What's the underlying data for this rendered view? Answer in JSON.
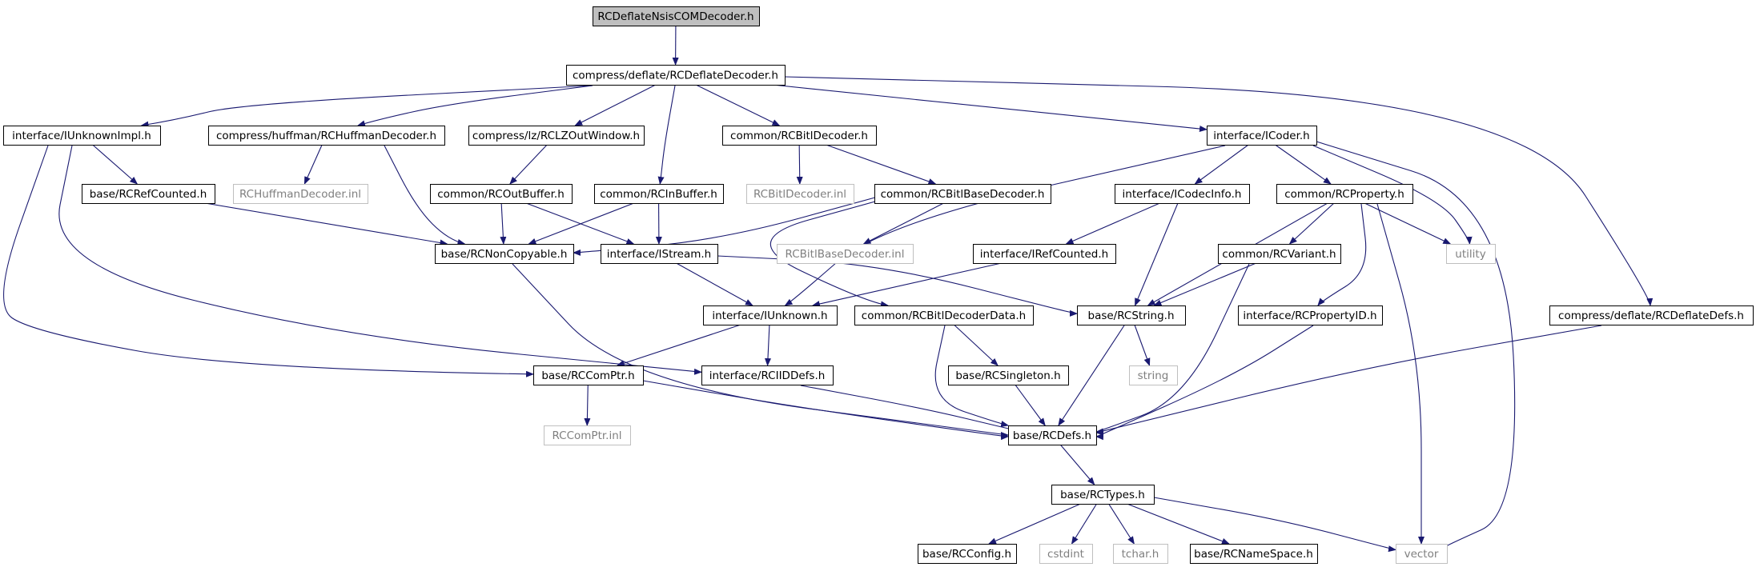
{
  "colors": {
    "edge": "#191970",
    "node_border": "#000000",
    "system_border": "#bfbfbf",
    "root_fill": "#bfbfbf",
    "system_text": "#7f7f7f",
    "text": "#000000"
  },
  "nodes": [
    {
      "id": "root",
      "label": "RCDeflateNsisCOMDecoder.h",
      "kind": "root"
    },
    {
      "id": "deflate",
      "label": "compress/deflate/RCDeflateDecoder.h",
      "kind": "header"
    },
    {
      "id": "iunkimpl",
      "label": "interface/IUnknownImpl.h",
      "kind": "header"
    },
    {
      "id": "huffdec",
      "label": "compress/huffman/RCHuffmanDecoder.h",
      "kind": "header"
    },
    {
      "id": "lzout",
      "label": "compress/lz/RCLZOutWindow.h",
      "kind": "header"
    },
    {
      "id": "bitldec",
      "label": "common/RCBitlDecoder.h",
      "kind": "header"
    },
    {
      "id": "icoder",
      "label": "interface/ICoder.h",
      "kind": "header"
    },
    {
      "id": "refcnt",
      "label": "base/RCRefCounted.h",
      "kind": "header"
    },
    {
      "id": "huffinl",
      "label": "RCHuffmanDecoder.inl",
      "kind": "system"
    },
    {
      "id": "outbuf",
      "label": "common/RCOutBuffer.h",
      "kind": "header"
    },
    {
      "id": "inbuf",
      "label": "common/RCInBuffer.h",
      "kind": "header"
    },
    {
      "id": "bitlinl",
      "label": "RCBitlDecoder.inl",
      "kind": "system"
    },
    {
      "id": "bitlbase",
      "label": "common/RCBitlBaseDecoder.h",
      "kind": "header"
    },
    {
      "id": "icodecinfo",
      "label": "interface/ICodecInfo.h",
      "kind": "header"
    },
    {
      "id": "property",
      "label": "common/RCProperty.h",
      "kind": "header"
    },
    {
      "id": "noncopy",
      "label": "base/RCNonCopyable.h",
      "kind": "header"
    },
    {
      "id": "istream",
      "label": "interface/IStream.h",
      "kind": "header"
    },
    {
      "id": "bitlbaseinl",
      "label": "RCBitlBaseDecoder.inl",
      "kind": "system"
    },
    {
      "id": "irefcnt",
      "label": "interface/IRefCounted.h",
      "kind": "header"
    },
    {
      "id": "variant",
      "label": "common/RCVariant.h",
      "kind": "header"
    },
    {
      "id": "utility",
      "label": "utility",
      "kind": "system"
    },
    {
      "id": "iunknown",
      "label": "interface/IUnknown.h",
      "kind": "header"
    },
    {
      "id": "bitldata",
      "label": "common/RCBitlDecoderData.h",
      "kind": "header"
    },
    {
      "id": "rcstring",
      "label": "base/RCString.h",
      "kind": "header"
    },
    {
      "id": "propid",
      "label": "interface/RCPropertyID.h",
      "kind": "header"
    },
    {
      "id": "deflatedefs",
      "label": "compress/deflate/RCDeflateDefs.h",
      "kind": "header"
    },
    {
      "id": "comptr",
      "label": "base/RCComPtr.h",
      "kind": "header"
    },
    {
      "id": "iiddefs",
      "label": "interface/RCIIDDefs.h",
      "kind": "header"
    },
    {
      "id": "singleton",
      "label": "base/RCSingleton.h",
      "kind": "header"
    },
    {
      "id": "string",
      "label": "string",
      "kind": "system"
    },
    {
      "id": "comptrinl",
      "label": "RCComPtr.inl",
      "kind": "system"
    },
    {
      "id": "defs",
      "label": "base/RCDefs.h",
      "kind": "header"
    },
    {
      "id": "types",
      "label": "base/RCTypes.h",
      "kind": "header"
    },
    {
      "id": "config",
      "label": "base/RCConfig.h",
      "kind": "header"
    },
    {
      "id": "cstdint",
      "label": "cstdint",
      "kind": "system"
    },
    {
      "id": "tchar",
      "label": "tchar.h",
      "kind": "system"
    },
    {
      "id": "namespace",
      "label": "base/RCNameSpace.h",
      "kind": "header"
    },
    {
      "id": "vector",
      "label": "vector",
      "kind": "system"
    }
  ],
  "edges": [
    [
      "root",
      "deflate"
    ],
    [
      "deflate",
      "iunkimpl"
    ],
    [
      "deflate",
      "huffdec"
    ],
    [
      "deflate",
      "lzout"
    ],
    [
      "deflate",
      "inbuf"
    ],
    [
      "deflate",
      "bitldec"
    ],
    [
      "deflate",
      "icoder"
    ],
    [
      "deflate",
      "deflatedefs"
    ],
    [
      "iunkimpl",
      "refcnt"
    ],
    [
      "iunkimpl",
      "iiddefs"
    ],
    [
      "iunkimpl",
      "comptr"
    ],
    [
      "huffdec",
      "huffinl"
    ],
    [
      "huffdec",
      "noncopy"
    ],
    [
      "lzout",
      "outbuf"
    ],
    [
      "bitldec",
      "bitlinl"
    ],
    [
      "bitldec",
      "bitlbase"
    ],
    [
      "icoder",
      "iunknown"
    ],
    [
      "icoder",
      "icodecinfo"
    ],
    [
      "icoder",
      "property"
    ],
    [
      "icoder",
      "utility"
    ],
    [
      "icoder",
      "vector"
    ],
    [
      "refcnt",
      "noncopy"
    ],
    [
      "outbuf",
      "noncopy"
    ],
    [
      "outbuf",
      "istream"
    ],
    [
      "inbuf",
      "noncopy"
    ],
    [
      "inbuf",
      "istream"
    ],
    [
      "bitlbase",
      "noncopy"
    ],
    [
      "bitlbase",
      "bitlbaseinl"
    ],
    [
      "bitlbase",
      "bitldata"
    ],
    [
      "icodecinfo",
      "irefcnt"
    ],
    [
      "icodecinfo",
      "rcstring"
    ],
    [
      "property",
      "variant"
    ],
    [
      "property",
      "rcstring"
    ],
    [
      "property",
      "propid"
    ],
    [
      "property",
      "utility"
    ],
    [
      "property",
      "vector"
    ],
    [
      "noncopy",
      "defs"
    ],
    [
      "istream",
      "iunknown"
    ],
    [
      "istream",
      "rcstring"
    ],
    [
      "irefcnt",
      "iunknown"
    ],
    [
      "variant",
      "rcstring"
    ],
    [
      "variant",
      "defs"
    ],
    [
      "iunknown",
      "comptr"
    ],
    [
      "iunknown",
      "iiddefs"
    ],
    [
      "bitldata",
      "singleton"
    ],
    [
      "bitldata",
      "defs"
    ],
    [
      "rcstring",
      "string"
    ],
    [
      "rcstring",
      "defs"
    ],
    [
      "propid",
      "defs"
    ],
    [
      "deflatedefs",
      "defs"
    ],
    [
      "comptr",
      "comptrinl"
    ],
    [
      "comptr",
      "defs"
    ],
    [
      "iiddefs",
      "defs"
    ],
    [
      "singleton",
      "defs"
    ],
    [
      "defs",
      "types"
    ],
    [
      "types",
      "config"
    ],
    [
      "types",
      "cstdint"
    ],
    [
      "types",
      "tchar"
    ],
    [
      "types",
      "namespace"
    ],
    [
      "types",
      "vector"
    ]
  ]
}
